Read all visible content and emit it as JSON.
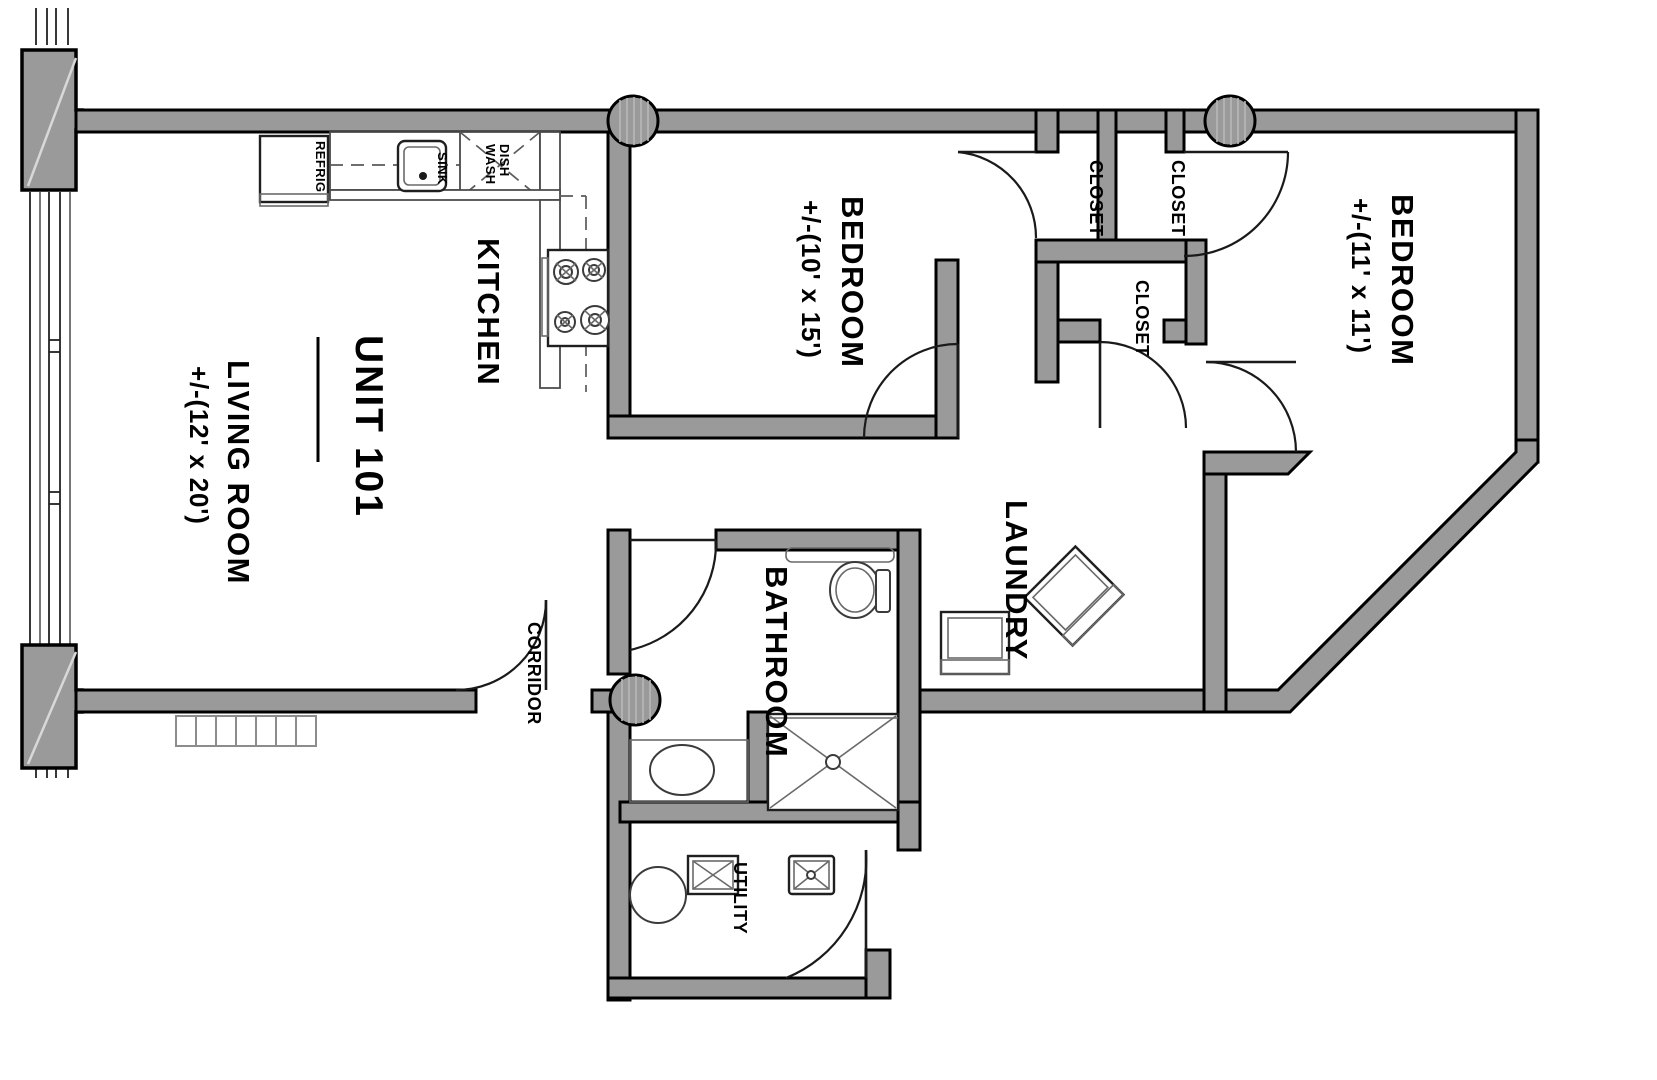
{
  "document": {
    "type": "architectural-floor-plan",
    "unit_title": "UNIT 101",
    "sheet_background": "#ffffff",
    "wall_fill": "#9a9a9a",
    "wall_stroke": "#000000",
    "text_color": "#000000",
    "text_rotation_degrees": 90
  },
  "rooms": {
    "living_room": {
      "name": "LIVING ROOM",
      "dimensions": "+/-(12' x 20')"
    },
    "kitchen": {
      "name": "KITCHEN"
    },
    "bedroom_1": {
      "name": "BEDROOM",
      "dimensions": "+/-(10' x 15')"
    },
    "bedroom_2": {
      "name": "BEDROOM",
      "dimensions": "+/-(11' x 11')"
    },
    "bathroom": {
      "name": "BATHROOM"
    },
    "utility": {
      "name": "UTILITY"
    },
    "laundry": {
      "name": "LAUNDRY"
    },
    "corridor": {
      "name": "CORRIDOR"
    },
    "closet_1": {
      "name": "CLOSET"
    },
    "closet_2": {
      "name": "CLOSET"
    },
    "closet_3": {
      "name": "CLOSET"
    }
  },
  "fixtures": {
    "refrigerator": "REFRIG",
    "sink": "SINK",
    "dishwasher_line_1": "DISH",
    "dishwasher_line_2": "WASH",
    "range_burner_count": 4,
    "toilet": "toilet-fixture",
    "lavatory": "lavatory-sink-fixture",
    "shower": "shower-fixture",
    "water_heater": "water-heater-fixture",
    "washer": "washer-fixture",
    "dryer": "dryer-fixture",
    "utility_box_1": "utility-equipment-1",
    "utility_box_2": "utility-equipment-2"
  },
  "structure": {
    "pier_top": "masonry-pier",
    "pier_bottom": "masonry-pier",
    "window_wall": "exterior-glazed-curtain-wall",
    "column_kitchen": "round-structural-column",
    "column_bedroom": "round-structural-column",
    "column_corridor": "round-structural-column",
    "radiator": "baseboard-radiator",
    "diagonal_wall": "angled-exterior-wall"
  }
}
